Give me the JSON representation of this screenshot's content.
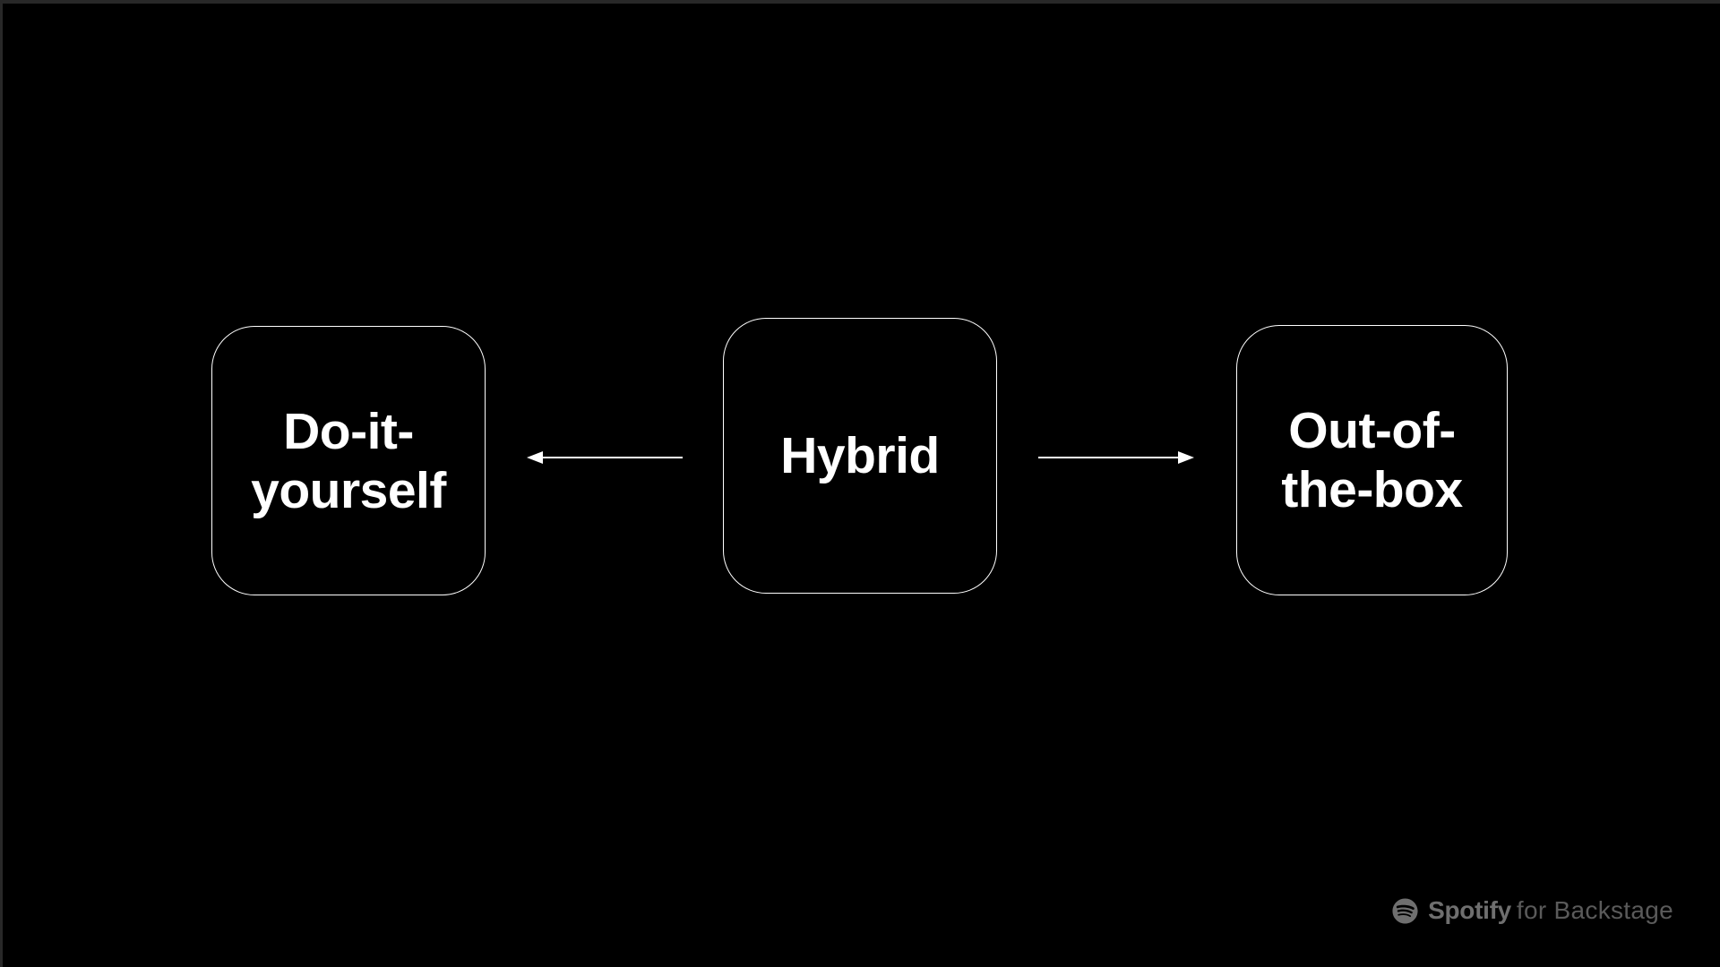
{
  "slide": {
    "background_color": "#000000",
    "frame_border_color": "#282828"
  },
  "diagram": {
    "box_border_color": "#ffffff",
    "text_color": "#ffffff",
    "arrow_color": "#ffffff",
    "nodes": [
      {
        "id": "do-it-yourself",
        "lines": [
          "Do-it-",
          "yourself"
        ]
      },
      {
        "id": "hybrid",
        "lines": [
          "Hybrid"
        ]
      },
      {
        "id": "out-of-the-box",
        "lines": [
          "Out-of-",
          "the-box"
        ]
      }
    ],
    "edges": [
      {
        "from": "hybrid",
        "to": "do-it-yourself",
        "direction": "left"
      },
      {
        "from": "hybrid",
        "to": "out-of-the-box",
        "direction": "right"
      }
    ]
  },
  "footer": {
    "logo_icon": "spotify-icon",
    "brand": "Spotify",
    "suffix": "for Backstage",
    "brand_color": "#6f6f6f",
    "suffix_color": "#5a5a5a"
  }
}
